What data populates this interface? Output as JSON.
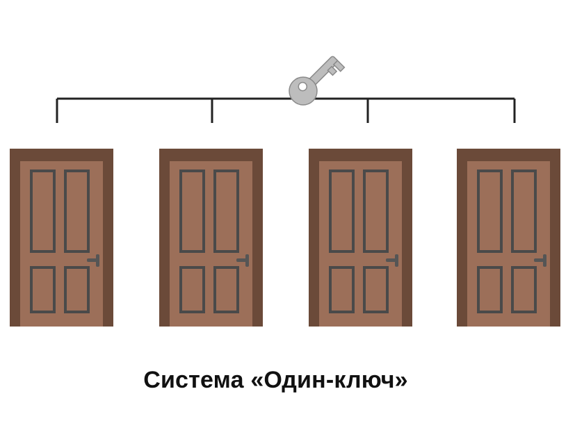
{
  "caption": "Система «Один-ключ»",
  "colors": {
    "frame": "#6b4a39",
    "door": "#9c6f59",
    "panel_stroke": "#4a4a4a",
    "handle": "#555555",
    "connector": "#222222",
    "key_fill": "#bdbdbd",
    "key_stroke": "#8a8a8a"
  },
  "icons": {
    "key": "key-icon",
    "door": "door-icon"
  },
  "doors": [
    {
      "name": "door-1"
    },
    {
      "name": "door-2"
    },
    {
      "name": "door-3"
    },
    {
      "name": "door-4"
    }
  ]
}
